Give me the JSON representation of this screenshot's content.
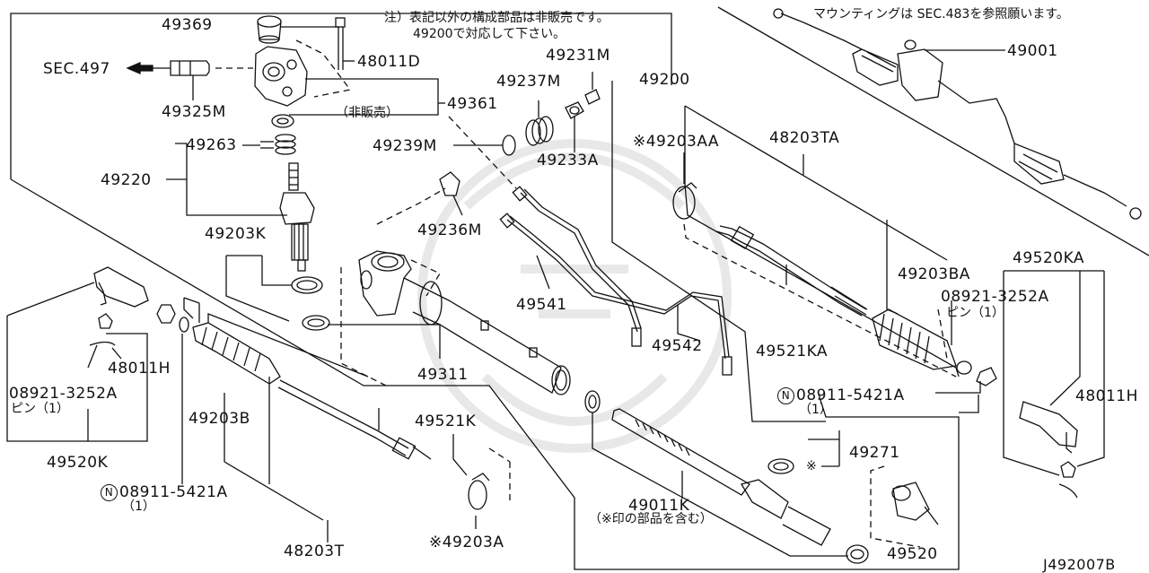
{
  "notes": {
    "top_jp_line1": "注）表記以外の構成部品は非販売です。",
    "top_jp_line2": "49200で対応して下さい。",
    "top_right": "マウンティングは SEC.483を参照願います。",
    "not_sold": "（非販売）",
    "includes": "（※印の部品を含む）",
    "pin_qty": "ピン（1）",
    "qty_1": "（1）",
    "star": "※"
  },
  "parts": {
    "p49369": "49369",
    "p48011D": "48011D",
    "sec497": "SEC.497",
    "p49325M": "49325M",
    "p49361": "49361",
    "p49263": "49263",
    "p49220": "49220",
    "p49203K": "49203K",
    "p49231M": "49231M",
    "p49200": "49200",
    "p49237M": "49237M",
    "p49239M": "49239M",
    "p49233A": "49233A",
    "p49236M": "49236M",
    "p49001": "49001",
    "p49203AA": "※49203AA",
    "p48203TA": "48203TA",
    "p49520KA": "49520KA",
    "p08921_r": "08921-3252A",
    "p49203BA": "49203BA",
    "p49541": "49541",
    "p49542": "49542",
    "p49521KA": "49521KA",
    "p48011H_l": "48011H",
    "p08921_l": "08921-3252A",
    "p49520K": "49520K",
    "p49203B": "49203B",
    "p49311": "49311",
    "p49521K": "49521K",
    "p08911_l": "08911-5421A",
    "p48203T": "48203T",
    "p49203A": "※49203A",
    "p49011K": "49011K",
    "p49271": "49271",
    "p08911_r": "08911-5421A",
    "p48011H_r": "48011H",
    "p49520": "49520",
    "n_mark": "N",
    "diagram_id": "J492007B"
  }
}
